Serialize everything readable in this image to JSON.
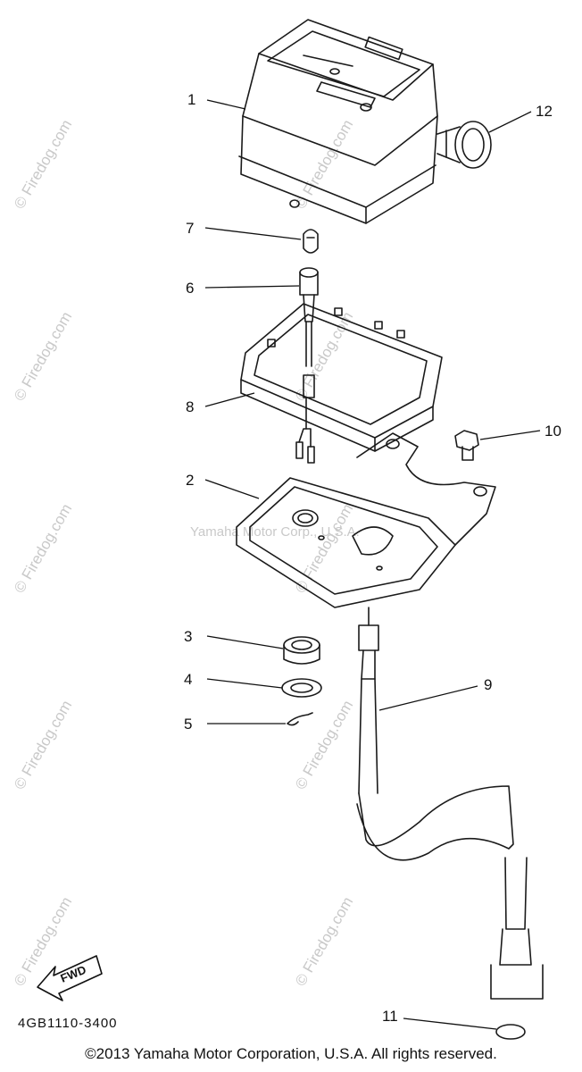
{
  "callouts": [
    {
      "id": "1",
      "label": "1"
    },
    {
      "id": "2",
      "label": "2"
    },
    {
      "id": "3",
      "label": "3"
    },
    {
      "id": "4",
      "label": "4"
    },
    {
      "id": "5",
      "label": "5"
    },
    {
      "id": "6",
      "label": "6"
    },
    {
      "id": "7",
      "label": "7"
    },
    {
      "id": "8",
      "label": "8"
    },
    {
      "id": "9",
      "label": "9"
    },
    {
      "id": "10",
      "label": "10"
    },
    {
      "id": "11",
      "label": "11"
    },
    {
      "id": "12",
      "label": "12"
    }
  ],
  "fwd_label": "FWD",
  "part_code": "4GB1110-3400",
  "watermarks": {
    "firedog": "© Firedog.com",
    "yamaha": "Yamaha Motor Corp., U.S.A."
  },
  "copyright": "©2013 Yamaha Motor Corporation, U.S.A. All rights reserved.",
  "colors": {
    "line": "#1a1a1a",
    "watermark": "#c9c9c9",
    "background": "#ffffff"
  }
}
